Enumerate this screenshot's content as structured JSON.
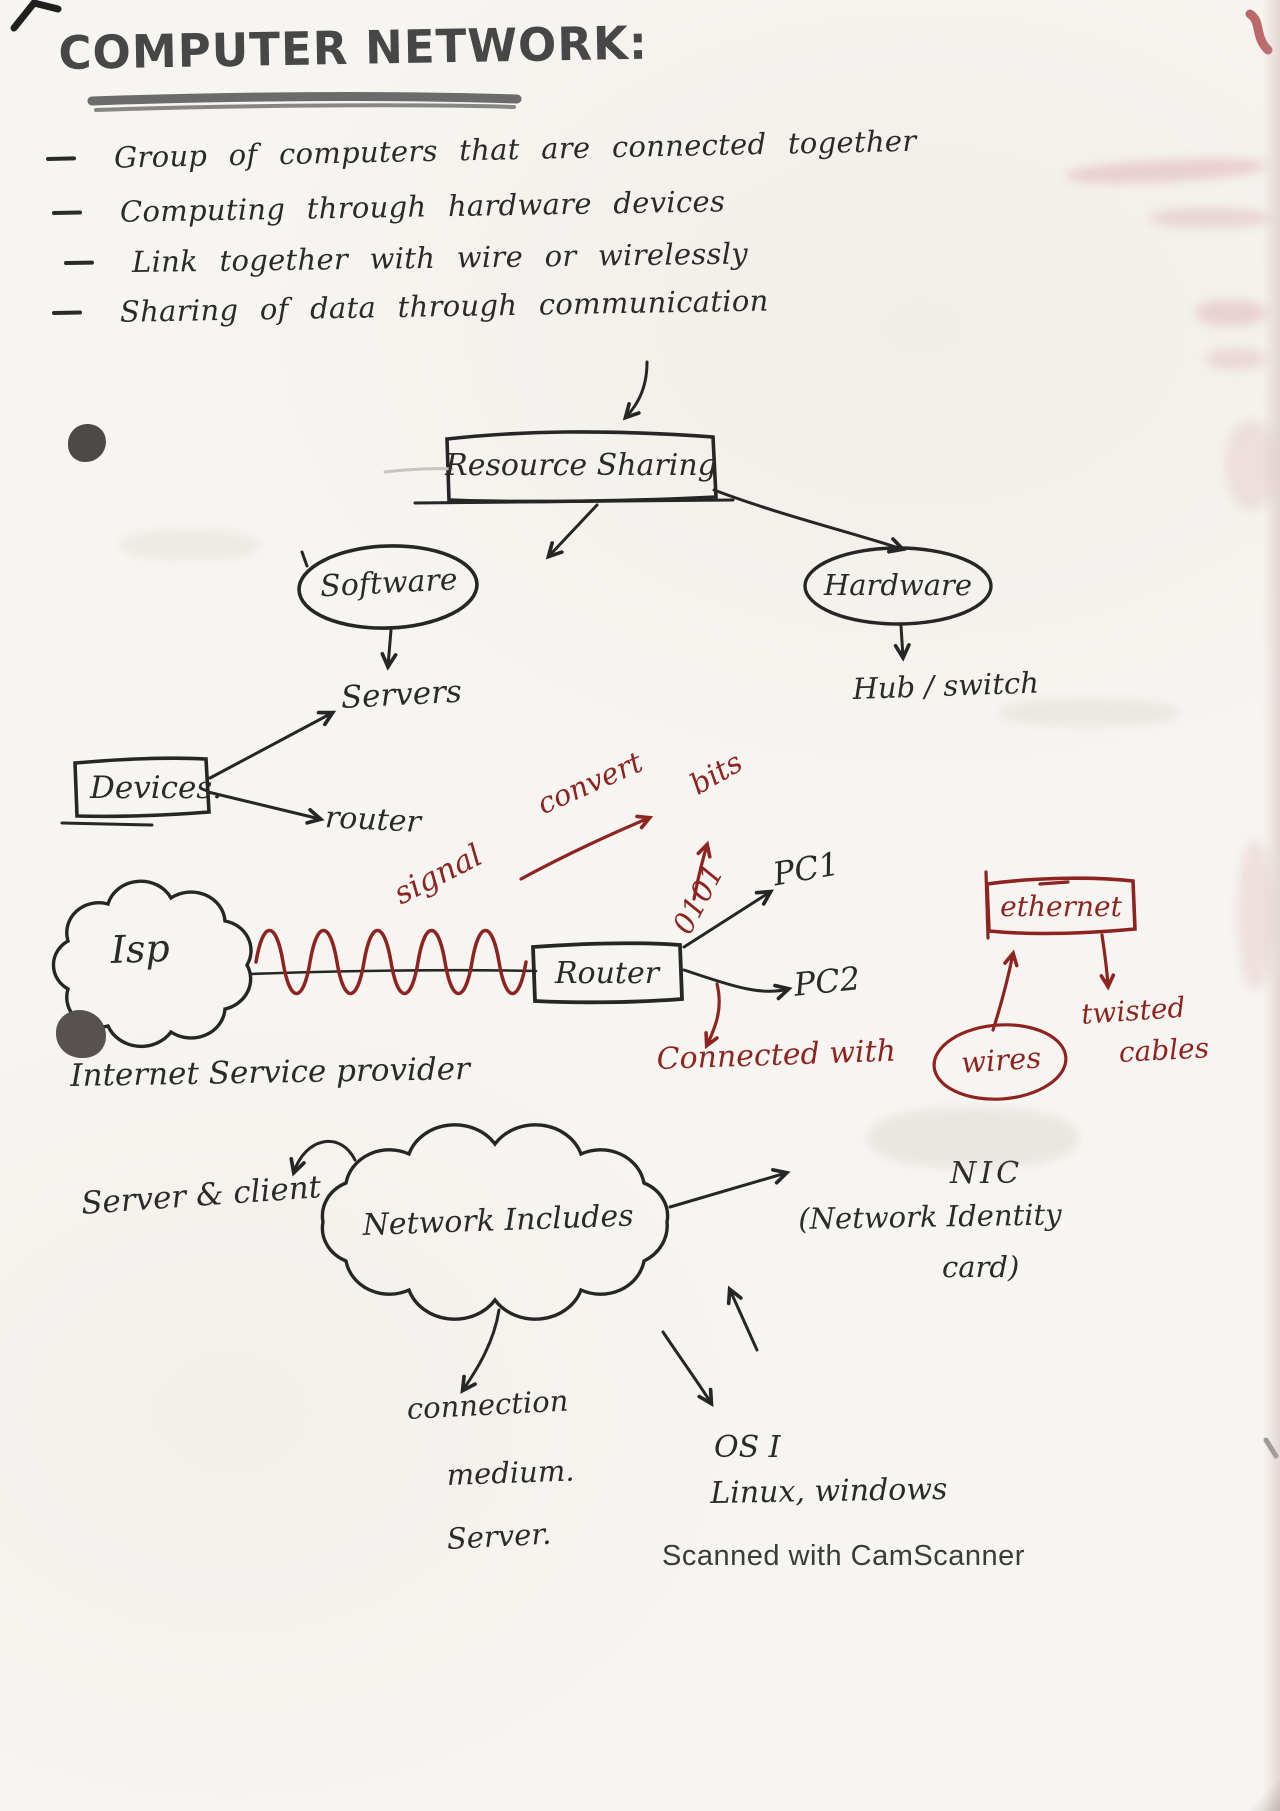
{
  "page": {
    "title": "COMPUTER NETWORK:",
    "footer": "Scanned with CamScanner"
  },
  "colors": {
    "ink": "#2a2a2a",
    "red_ink": "#8e2420",
    "paper": "#f7f5f1",
    "underline": "#6b6b6b",
    "footer_text": "#3b3b3b"
  },
  "bullets": [
    "Group of computers that are connected together",
    "Computing through hardware devices",
    "Link together with wire or wirelessly",
    "Sharing of data through communication"
  ],
  "resource_tree": {
    "root": "Resource Sharing",
    "software": "Software",
    "software_child": "Servers",
    "hardware": "Hardware",
    "hardware_child": "Hub / switch"
  },
  "devices": {
    "label": "Devices.",
    "router": "router"
  },
  "isp": {
    "cloud": "Isp",
    "caption": "Internet Service provider"
  },
  "router": {
    "label": "Router",
    "pc1": "PC1",
    "pc2": "PC2"
  },
  "red_notes": {
    "signal": "signal",
    "convert": "convert",
    "bits": "bits",
    "binary": "0101",
    "connected_with": "Connected with",
    "wires": "wires",
    "ethernet": "ethernet",
    "twisted": "twisted",
    "cables": "cables"
  },
  "network": {
    "cloud": "Network Includes",
    "server_client": "Server & client",
    "nic": "NIC",
    "nic_line1": "(Network Identity",
    "nic_line2": "card)",
    "branch_connection": "connection",
    "branch_medium": "medium.",
    "branch_server": "Server.",
    "os": "OS I",
    "os_list": "Linux, windows"
  }
}
